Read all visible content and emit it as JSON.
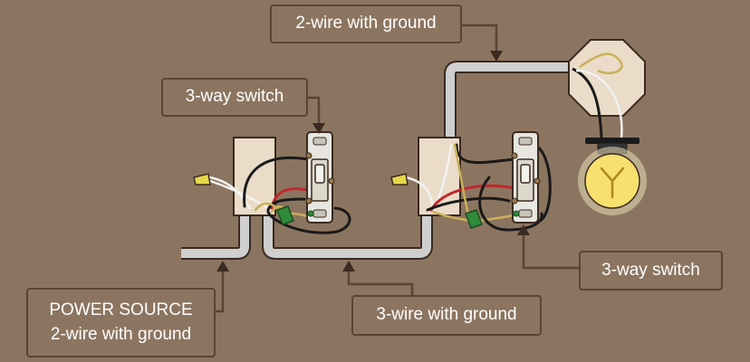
{
  "labels": {
    "top_cable": "2-wire with ground",
    "switch_left": "3-way switch",
    "switch_right": "3-way switch",
    "middle_cable": "3-wire with ground",
    "power_source_title": "POWER SOURCE",
    "power_source_cable": "2-wire with ground"
  },
  "colors": {
    "background": "#8c7560",
    "label_border": "#5b4433",
    "label_text": "#ffffff",
    "cable_sheath": "#cfcfcf",
    "box": "#eadcc8",
    "wire_black": "#1a1a1a",
    "wire_red": "#c0272d",
    "wire_white": "#f2f2f2",
    "wire_ground": "#c9b15a",
    "wire_nut_green": "#2e8b3a",
    "wire_nut_yellow": "#e6d84a",
    "bulb": "#f7e06e"
  }
}
